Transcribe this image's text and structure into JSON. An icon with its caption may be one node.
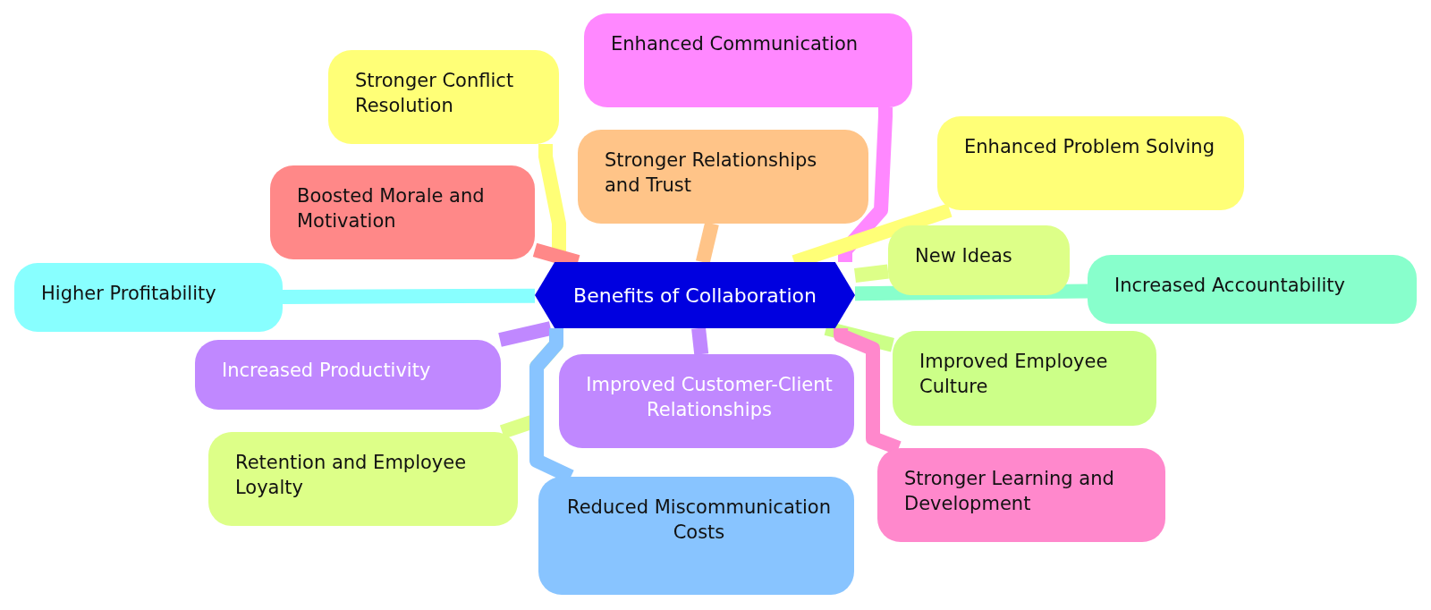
{
  "diagram": {
    "nodes": [
      {
        "text": [
          "Benefits of Collaboration"
        ]
      },
      {
        "text": [
          "Enhanced Communication"
        ]
      },
      {
        "text": [
          "Stronger Conflict Resolution"
        ]
      },
      {
        "text": [
          "Stronger Relationships and Trust"
        ]
      },
      {
        "text": [
          "Enhanced Problem Solving"
        ]
      },
      {
        "text": [
          "Boosted Morale and Motivation"
        ]
      },
      {
        "text": [
          "New Ideas"
        ]
      },
      {
        "text": [
          "Higher Profitability"
        ]
      },
      {
        "text": [
          "Increased Accountability"
        ]
      },
      {
        "text": [
          "Increased Productivity"
        ]
      },
      {
        "text": [
          "Improved Customer-Client Relationships"
        ]
      },
      {
        "text": [
          "Improved Employee Culture"
        ]
      },
      {
        "text": [
          "Retention and Employee Loyalty"
        ]
      },
      {
        "text": [
          "Reduced Miscommunication Costs"
        ]
      },
      {
        "text": [
          "Stronger Learning and Development"
        ]
      }
    ],
    "edges": [
      {
        "from": 0,
        "to": 1,
        "arrow": "none",
        "color": "#ff88ff"
      },
      {
        "from": 0,
        "to": 2,
        "arrow": "none",
        "color": "#ffff77"
      },
      {
        "from": 0,
        "to": 3,
        "arrow": "none",
        "color": "#ffc488"
      },
      {
        "from": 0,
        "to": 4,
        "arrow": "none",
        "color": "#ffff77"
      },
      {
        "from": 0,
        "to": 5,
        "arrow": "none",
        "color": "#ff8888"
      },
      {
        "from": 0,
        "to": 6,
        "arrow": "none",
        "color": "#ddff88"
      },
      {
        "from": 0,
        "to": 7,
        "arrow": "none",
        "color": "#88ffff"
      },
      {
        "from": 0,
        "to": 8,
        "arrow": "none",
        "color": "#88ffcc"
      },
      {
        "from": 0,
        "to": 9,
        "arrow": "none",
        "color": "#c088ff"
      },
      {
        "from": 0,
        "to": 10,
        "arrow": "none",
        "color": "#c088ff"
      },
      {
        "from": 0,
        "to": 11,
        "arrow": "none",
        "color": "#ccff88"
      },
      {
        "from": 0,
        "to": 12,
        "arrow": "none",
        "color": "#ddff88"
      },
      {
        "from": 0,
        "to": 13,
        "arrow": "none",
        "color": "#88c4ff"
      },
      {
        "from": 0,
        "to": 14,
        "arrow": "none",
        "color": "#ff88cc"
      }
    ]
  }
}
